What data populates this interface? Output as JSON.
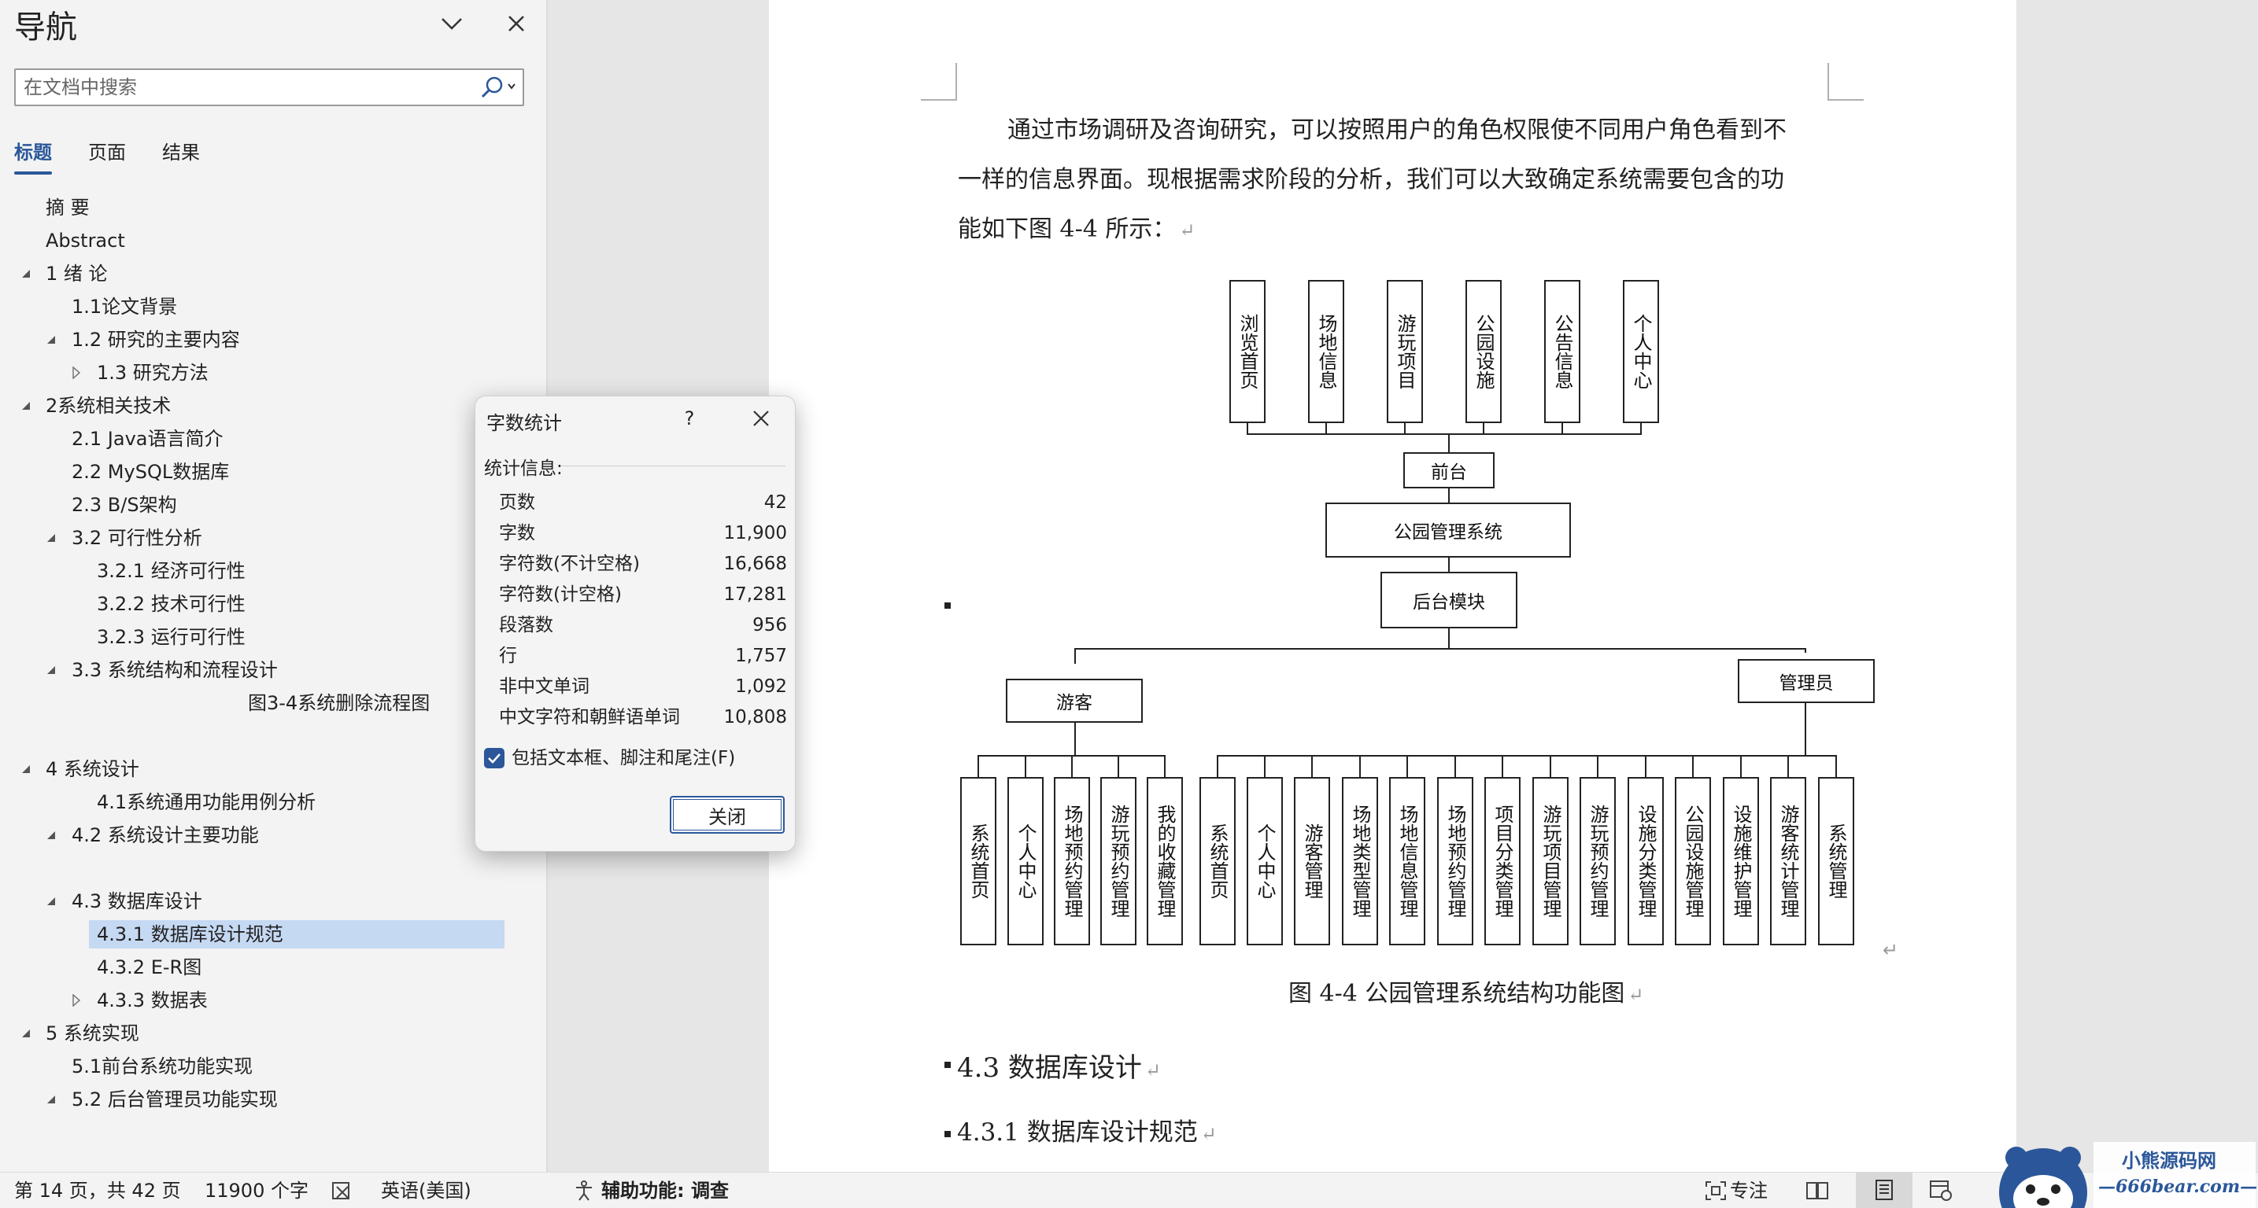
{
  "nav": {
    "title": "导航",
    "search_placeholder": "在文档中搜索",
    "tabs": [
      {
        "label": "标题"
      },
      {
        "label": "页面"
      },
      {
        "label": "结果"
      }
    ],
    "items": [
      {
        "label": "摘  要"
      },
      {
        "label": "Abstract"
      },
      {
        "label": "1 绪  论"
      },
      {
        "label": "1.1论文背景"
      },
      {
        "label": "1.2 研究的主要内容"
      },
      {
        "label": "1.3 研究方法"
      },
      {
        "label": "2系统相关技术"
      },
      {
        "label": "2.1 Java语言简介"
      },
      {
        "label": "2.2  MySQL数据库"
      },
      {
        "label": "2.3 B/S架构"
      },
      {
        "label": "3.2 可行性分析"
      },
      {
        "label": "3.2.1 经济可行性"
      },
      {
        "label": "3.2.2 技术可行性"
      },
      {
        "label": "3.2.3 运行可行性"
      },
      {
        "label": "3.3 系统结构和流程设计"
      },
      {
        "label": "图3-4系统删除流程图"
      },
      {
        "label": "4 系统设计"
      },
      {
        "label": "4.1系统通用功能用例分析"
      },
      {
        "label": "4.2 系统设计主要功能"
      },
      {
        "label": "4.3 数据库设计"
      },
      {
        "label": "4.3.1 数据库设计规范"
      },
      {
        "label": "4.3.2 E-R图"
      },
      {
        "label": "4.3.3 数据表"
      },
      {
        "label": "5 系统实现"
      },
      {
        "label": "5.1前台系统功能实现"
      },
      {
        "label": "5.2 后台管理员功能实现"
      }
    ]
  },
  "document": {
    "paragraph_lines": [
      "通过市场调研及咨询研究，可以按照用户的角色权限使不同用户角色看到不",
      "一样的信息界面。现根据需求阶段的分析，我们可以大致确定系统需要包含的功",
      "能如下图 4-4 所示："
    ],
    "paragraph_mark": "↵",
    "diagram": {
      "front_items": [
        "浏览首页",
        "场地信息",
        "游玩项目",
        "公园设施",
        "公告信息",
        "个人中心"
      ],
      "front": "前台",
      "root": "公园管理系统",
      "backend": "后台模块",
      "visitor": "游客",
      "admin": "管理员",
      "visitor_items": [
        "系统首页",
        "个人中心",
        "场地预约管理",
        "游玩预约管理",
        "我的收藏管理"
      ],
      "admin_items": [
        "系统首页",
        "个人中心",
        "游客管理",
        "场地类型管理",
        "场地信息管理",
        "场地预约管理",
        "项目分类管理",
        "游玩项目管理",
        "游玩预约管理",
        "设施分类管理",
        "公园设施管理",
        "设施维护管理",
        "游客统计管理",
        "系统管理"
      ]
    },
    "figure_caption": "图 4-4 公园管理系统结构功能图",
    "heading_43": "4.3  数据库设计",
    "heading_431": "4.3.1  数据库设计规范"
  },
  "dialog": {
    "title": "字数统计",
    "help": "?",
    "section": "统计信息:",
    "stats": [
      {
        "label": "页数",
        "value": "42"
      },
      {
        "label": "字数",
        "value": "11,900"
      },
      {
        "label": "字符数(不计空格)",
        "value": "16,668"
      },
      {
        "label": "字符数(计空格)",
        "value": "17,281"
      },
      {
        "label": "段落数",
        "value": "956"
      },
      {
        "label": "行",
        "value": "1,757"
      },
      {
        "label": "非中文单词",
        "value": "1,092"
      },
      {
        "label": "中文字符和朝鲜语单词",
        "value": "10,808"
      }
    ],
    "include_label": "包括文本框、脚注和尾注(F)",
    "include_checked": true,
    "close_label": "关闭"
  },
  "status": {
    "page": "第 14 页，共 42 页",
    "words": "11900 个字",
    "language": "英语(美国)",
    "accessibility": "辅助功能: 调查",
    "focus": "专注"
  },
  "watermark": {
    "line1": "小熊源码网",
    "line2": "—666bear.com—"
  },
  "colors": {
    "accent": "#2b579a",
    "selected": "#c6d9f3"
  }
}
